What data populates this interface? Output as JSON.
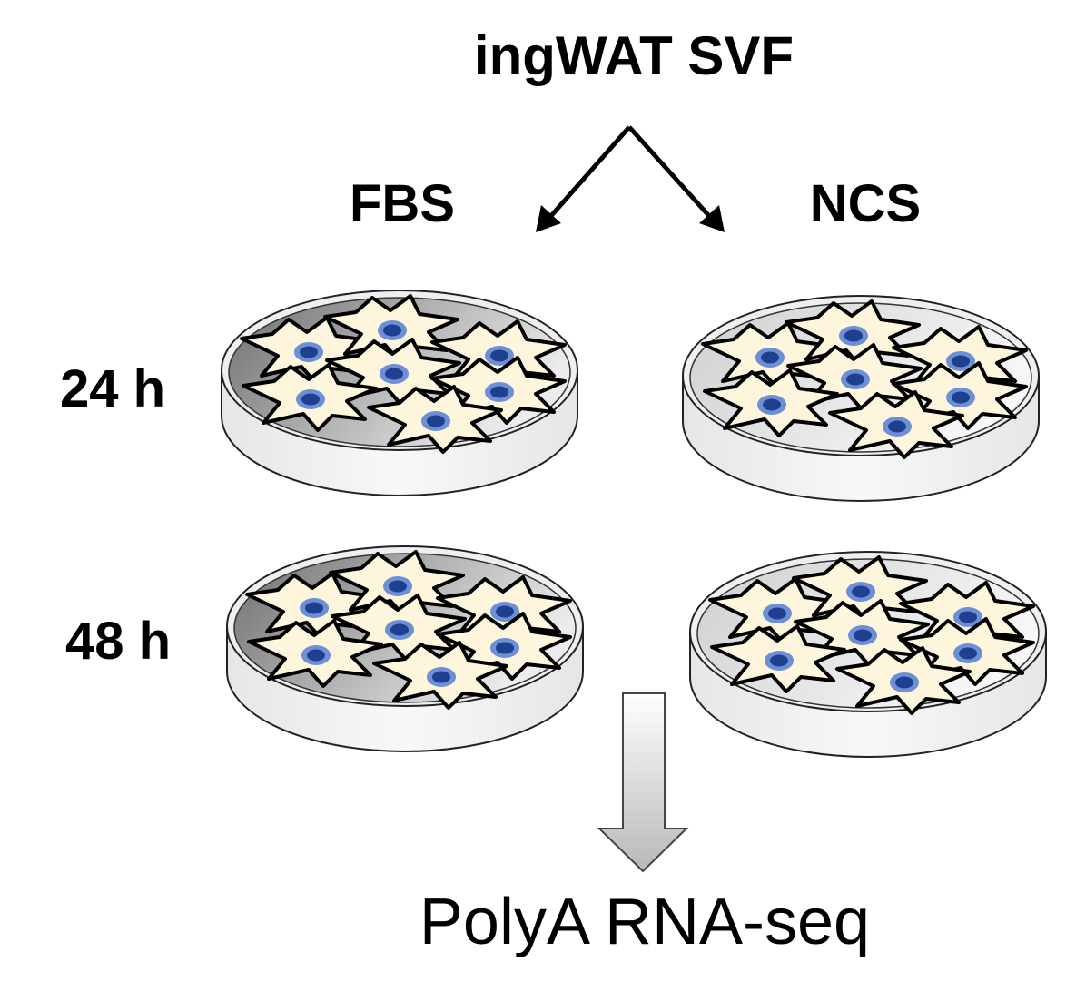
{
  "title": "ingWAT SVF",
  "conditions": [
    {
      "label": "FBS",
      "medium_shade": "dark"
    },
    {
      "label": "NCS",
      "medium_shade": "light"
    }
  ],
  "timepoints": [
    {
      "label": "24 h"
    },
    {
      "label": "48 h"
    }
  ],
  "output_label": "PolyA RNA-seq",
  "colors": {
    "cell_fill": "#fdf6dc",
    "nucleus": "#1f3f8f",
    "nucleus_rim": "#6d8fd6",
    "dish_dark": "#7a7a7a",
    "dish_light": "#dcdcdc",
    "outline": "#000000"
  }
}
